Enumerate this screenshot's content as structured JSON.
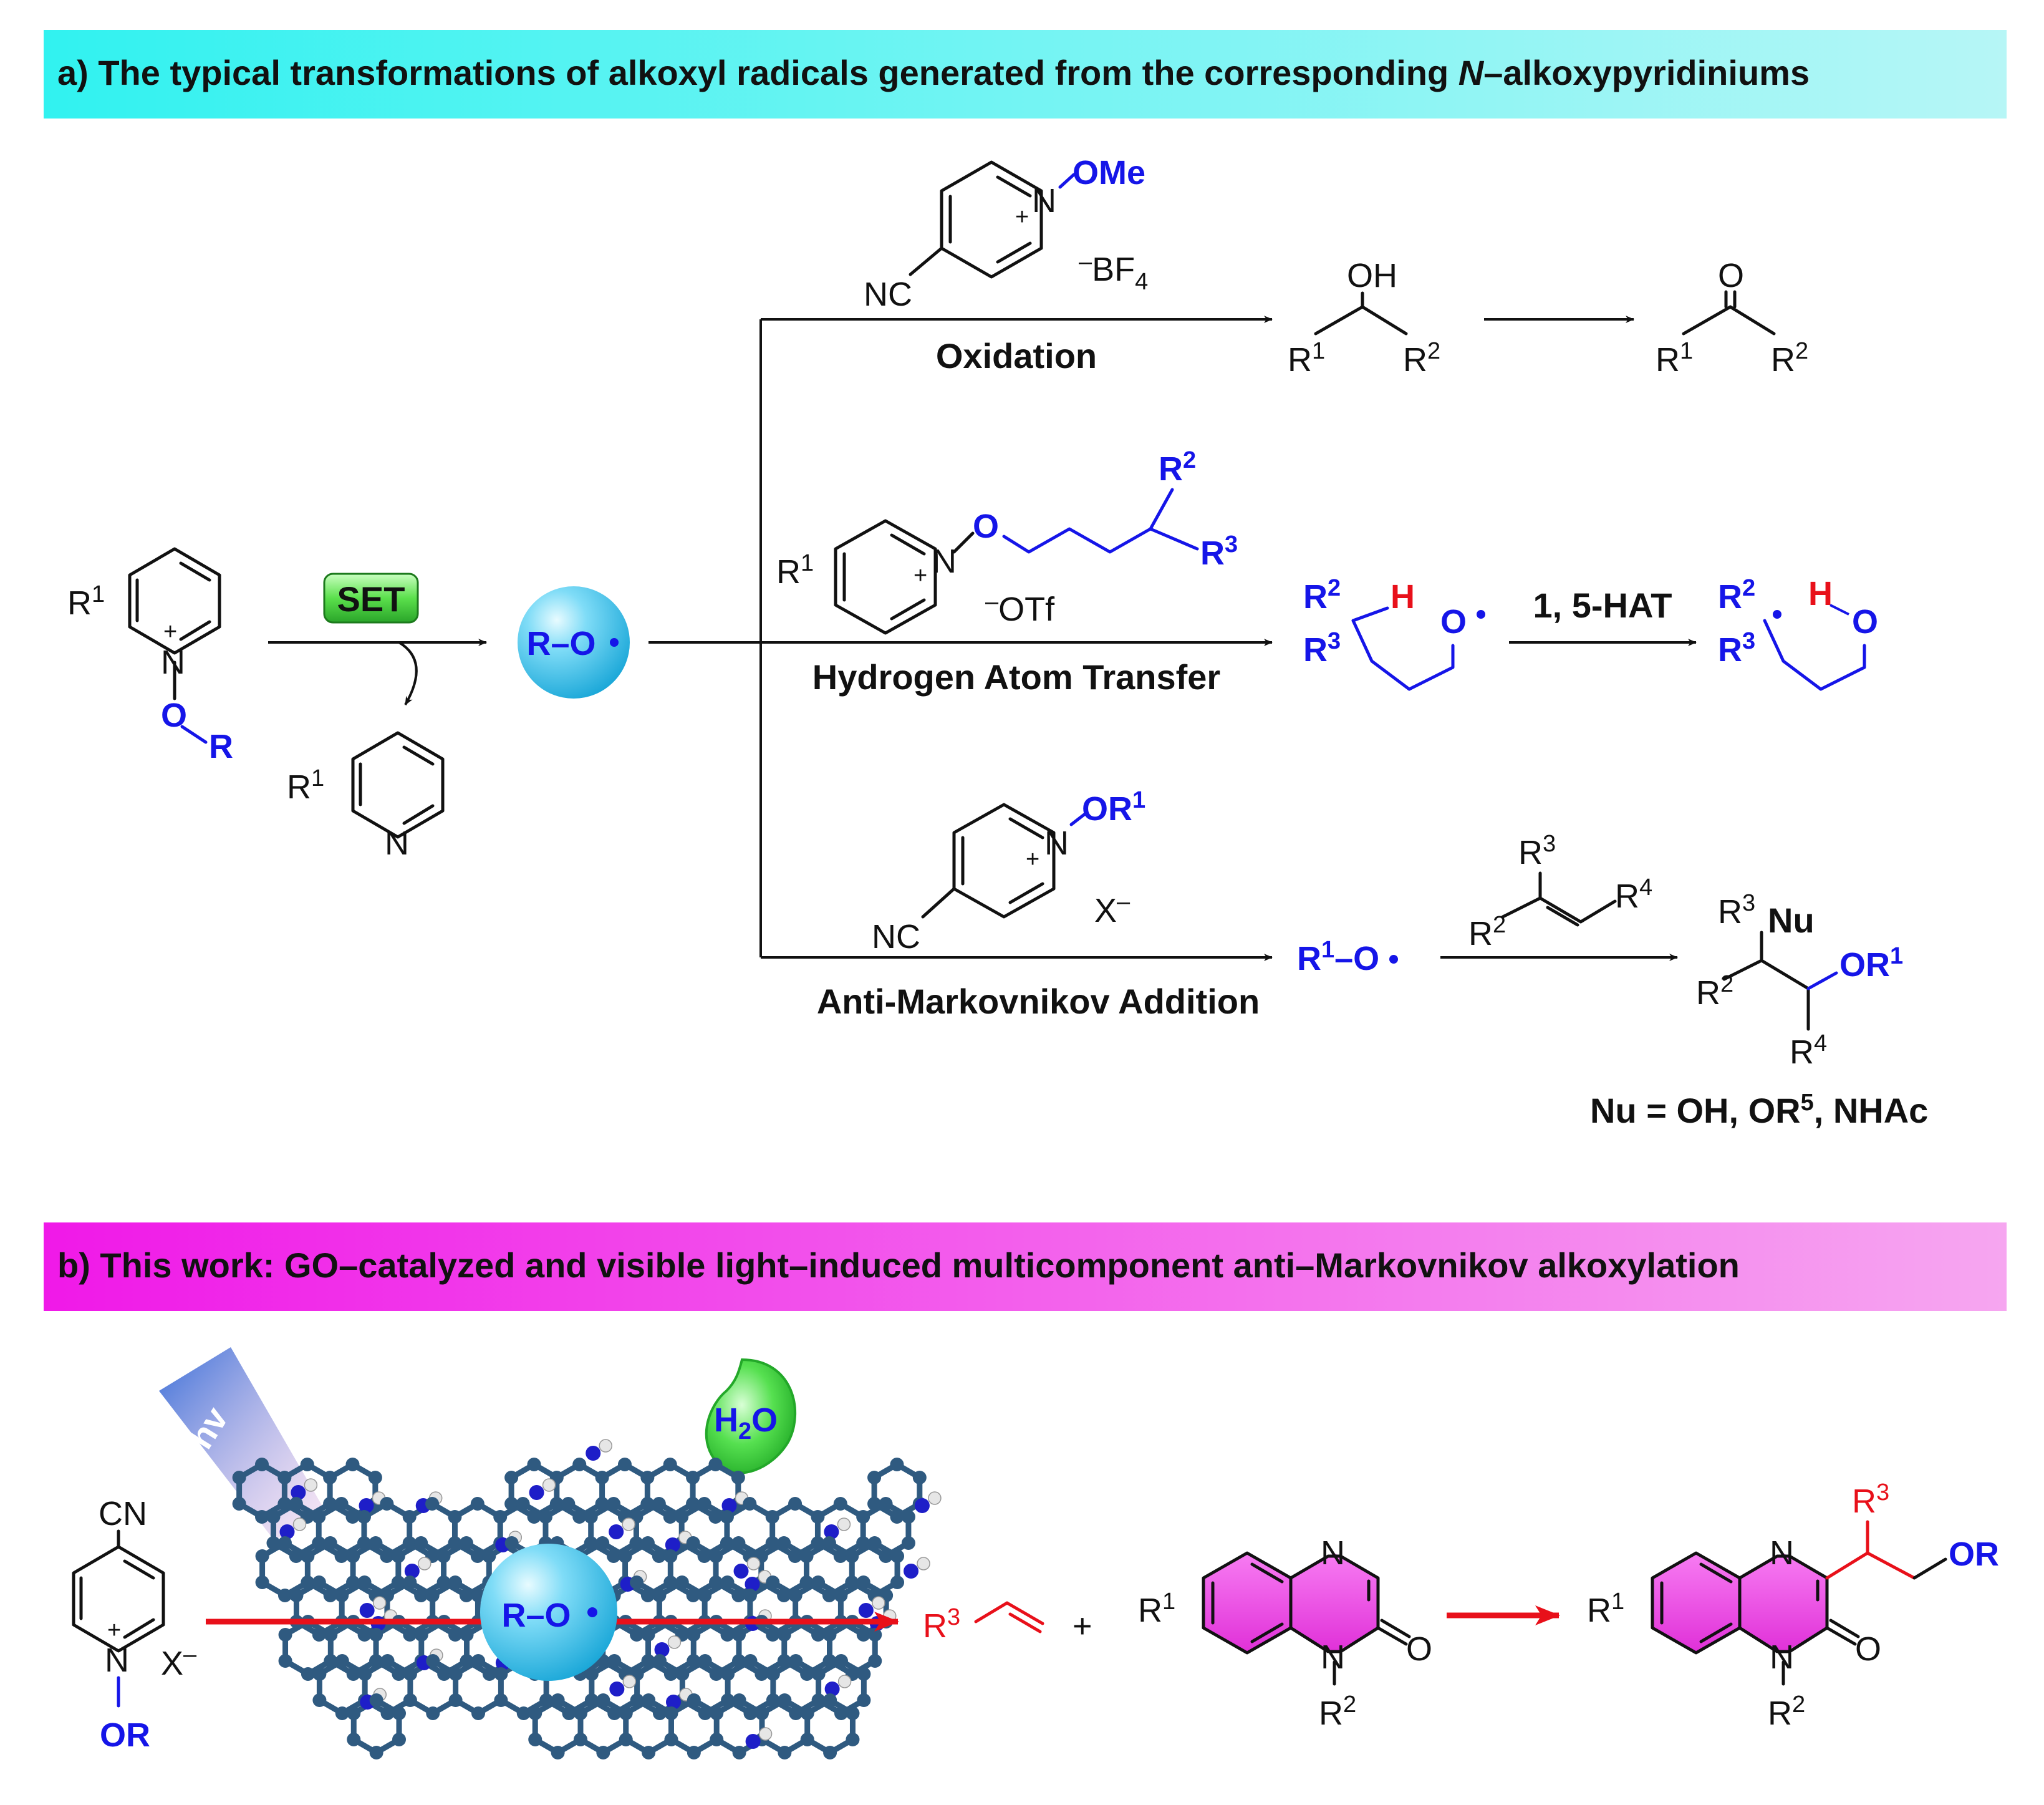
{
  "panel_a": {
    "title_pre": "a) The typical transformations of alkoxyl radicals generated from the corresponding ",
    "title_italic": "N",
    "title_post": "–alkoxypyridiniums",
    "colors": {
      "banner_gradient": [
        "#31f2f0",
        "#b8f7f7"
      ],
      "blue": "#1515e8",
      "red": "#e8101a",
      "radical_sphere": "#3ec8f0"
    },
    "start": {
      "r1": "R",
      "r1_sup": "1",
      "n": "N",
      "plus": "+",
      "o": "O",
      "r": "R"
    },
    "set_badge": "SET",
    "radical": "R–O",
    "byproduct": {
      "r1": "R",
      "r1_sup": "1",
      "n": "N"
    },
    "oxidation": {
      "reagent_ome": "OMe",
      "reagent_n": "N",
      "plus": "+",
      "reagent_nc": "NC",
      "counterion_minus": "–",
      "counterion": "BF",
      "counterion_sub": "4",
      "label": "Oxidation",
      "alcohol_oh": "OH",
      "alcohol_r1": "R",
      "alcohol_r1_sup": "1",
      "alcohol_r2": "R",
      "alcohol_r2_sup": "2",
      "ketone_o": "O",
      "ketone_r1": "R",
      "ketone_r1_sup": "1",
      "ketone_r2": "R",
      "ketone_r2_sup": "2"
    },
    "hat": {
      "reagent_r1": "R",
      "reagent_r1_sup": "1",
      "reagent_n": "N",
      "plus": "+",
      "reagent_o": "O",
      "reagent_r2": "R",
      "reagent_r2_sup": "2",
      "reagent_r3": "R",
      "reagent_r3_sup": "3",
      "counterion_minus": "–",
      "counterion": "OTf",
      "label": "Hydrogen Atom Transfer",
      "step_label": "1, 5-HAT",
      "radA_r2": "R",
      "radA_r2_sup": "2",
      "radA_h": "H",
      "radA_r3": "R",
      "radA_r3_sup": "3",
      "radA_o": "O",
      "radB_r2": "R",
      "radB_r2_sup": "2",
      "radB_h": "H",
      "radB_r3": "R",
      "radB_r3_sup": "3",
      "radB_o": "O"
    },
    "addition": {
      "reagent_or": "OR",
      "reagent_or_sup": "1",
      "reagent_n": "N",
      "plus": "+",
      "reagent_nc": "NC",
      "counterion": "X",
      "counterion_minus": "–",
      "label": "Anti-Markovnikov Addition",
      "radical": "R",
      "radical_sup": "1",
      "radical_post": "–O",
      "alkene_r3": "R",
      "alkene_r3_sup": "3",
      "alkene_r2": "R",
      "alkene_r2_sup": "2",
      "alkene_r4": "R",
      "alkene_r4_sup": "4",
      "prod_r3": "R",
      "prod_r3_sup": "3",
      "prod_nu": "Nu",
      "prod_r2": "R",
      "prod_r2_sup": "2",
      "prod_or": "OR",
      "prod_or_sup": "1",
      "prod_r4": "R",
      "prod_r4_sup": "4",
      "nu_def_pre": "Nu = OH, OR",
      "nu_def_sup": "5",
      "nu_def_post": ", NHAc"
    }
  },
  "panel_b": {
    "title": "b) This work: GO–catalyzed and visible light–induced multicomponent anti–Markovnikov alkoxylation",
    "colors": {
      "banner_gradient": [
        "#f019e8",
        "#f7a8f2"
      ],
      "graphene": "#2f5a80",
      "nitrogen": "#1e1ec8",
      "hydrogen": "#e6e6e6",
      "water": "#3ee04a",
      "arrow": "#e8101a",
      "quinox": "#f04ef0"
    },
    "hv": "hv",
    "water": "H",
    "water_sub": "2",
    "water_o": "O",
    "radical": "R–O",
    "salt": {
      "cn": "CN",
      "n": "N",
      "plus": "+",
      "x": "X",
      "x_minus": "–",
      "or": "OR"
    },
    "alkene": {
      "r3": "R",
      "r3_sup": "3"
    },
    "plus_sign": "+",
    "quinox": {
      "r1": "R",
      "r1_sup": "1",
      "n_top": "N",
      "n_bot": "N",
      "o": "O",
      "r2": "R",
      "r2_sup": "2"
    },
    "product": {
      "r1": "R",
      "r1_sup": "1",
      "n_top": "N",
      "n_bot": "N",
      "o": "O",
      "r2": "R",
      "r2_sup": "2",
      "r3": "R",
      "r3_sup": "3",
      "or": "OR"
    }
  }
}
